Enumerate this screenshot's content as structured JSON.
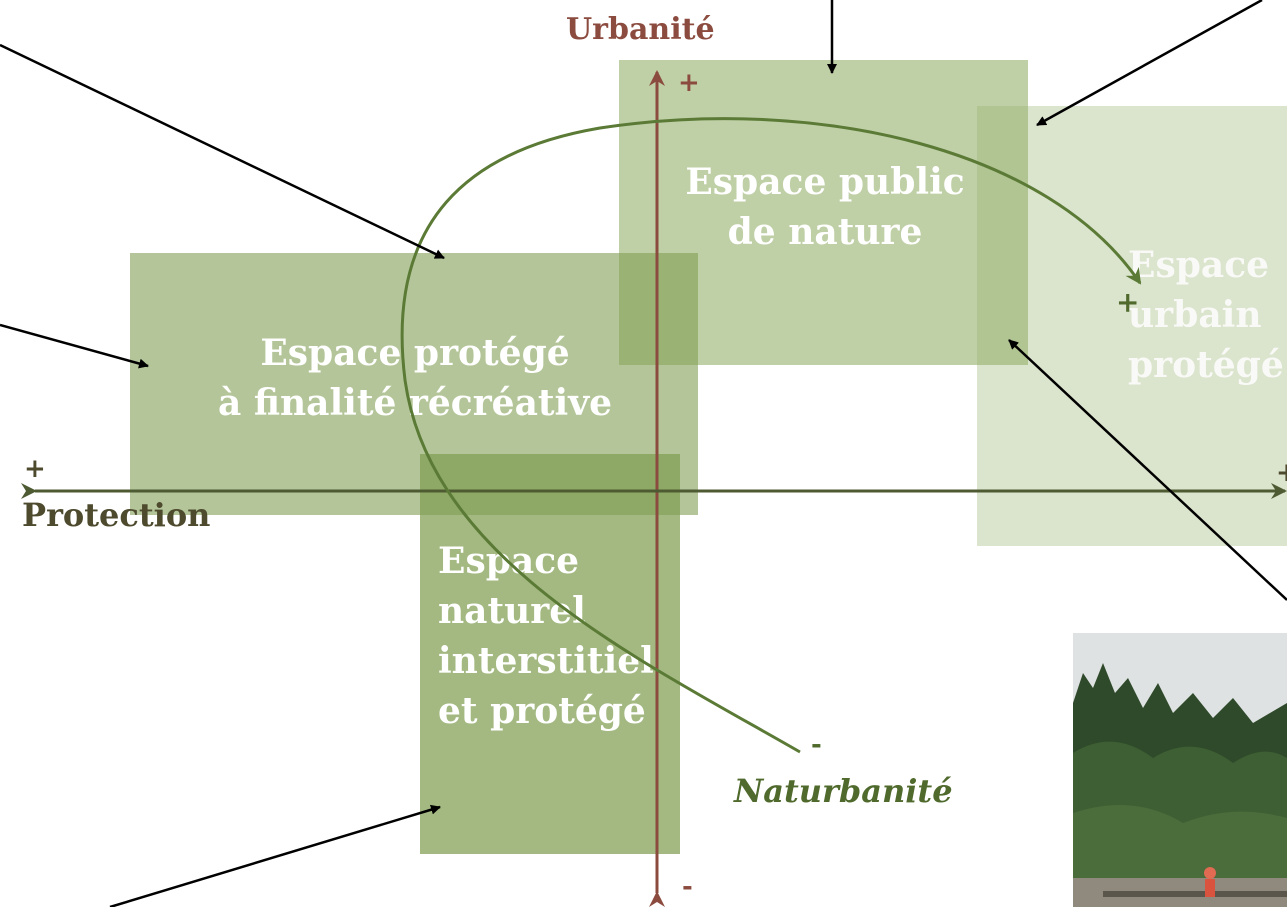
{
  "axes": {
    "vertical": {
      "label": "Urbanité",
      "top_sign": "+",
      "bottom_sign": "-"
    },
    "horizontal": {
      "label": "Protection",
      "left_sign": "+",
      "right_sign": "+"
    }
  },
  "curve": {
    "label": "Naturbanité",
    "start_sign": "-",
    "end_sign": "+"
  },
  "boxes": {
    "public": "Espace public\nde nature",
    "recreatif": "Espace protégé\nà finalité récréative",
    "interstitiel": "Espace\nnaturel\ninterstitiel\net protégé",
    "urbain": "Espace\nurbain\nprotégé"
  },
  "colors": {
    "urbanite_axis": "#8b4b3e",
    "protection_axis": "#4d5a32",
    "curve": "#5a7a35",
    "box_public": "#b6c79c",
    "box_recreatif": "#a9bf88",
    "box_interstitiel": "#95ae6c",
    "box_urbain": "#dbe4cf"
  }
}
